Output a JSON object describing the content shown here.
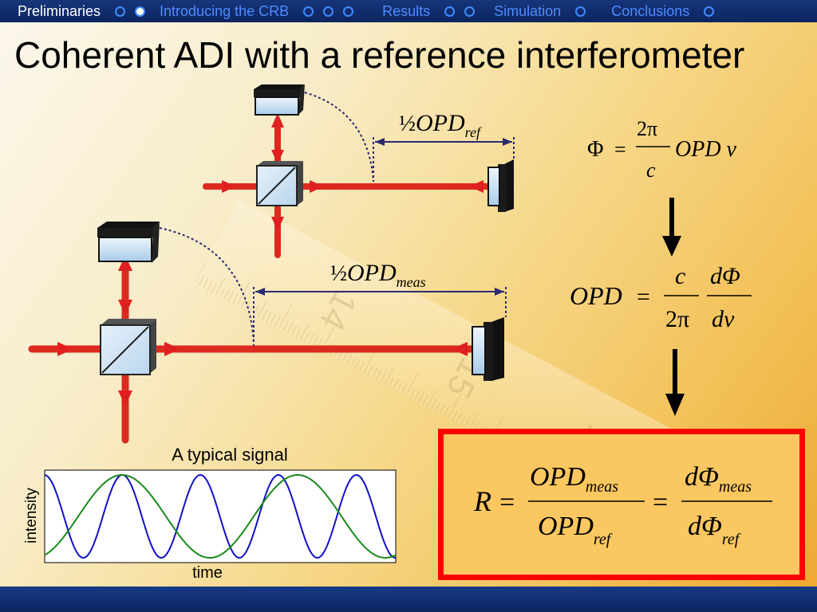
{
  "nav": {
    "items": [
      {
        "label": "Preliminaries",
        "active": true,
        "dots": 2,
        "filled_dot": 1
      },
      {
        "label": "Introducing the CRB",
        "active": false,
        "dots": 3,
        "filled_dot": -1
      },
      {
        "label": "Results",
        "active": false,
        "dots": 2,
        "filled_dot": -1
      },
      {
        "label": "Simulation",
        "active": false,
        "dots": 1,
        "filled_dot": -1
      },
      {
        "label": "Conclusions",
        "active": false,
        "dots": 1,
        "filled_dot": -1
      }
    ],
    "colors": {
      "active": "#ffffff",
      "inactive": "#4d8cff",
      "bar": "#16357a"
    }
  },
  "slide": {
    "title": "Coherent ADI with a reference interferometer"
  },
  "diagram": {
    "ref_label": {
      "frac": "½",
      "main": "OPD",
      "sub": "ref"
    },
    "meas_label": {
      "frac": "½",
      "main": "OPD",
      "sub": "meas"
    },
    "beam_color": "#dd2a1f",
    "arrow_color": "#e02020"
  },
  "equations": {
    "eq1": {
      "lhs": "Φ",
      "eq": "=",
      "num": "2π",
      "den": "c",
      "rhs": "OPD ν"
    },
    "eq2": {
      "lhs": "OPD",
      "eq": "=",
      "num1": "c",
      "den1": "2π",
      "num2": "dΦ",
      "den2": "dν"
    },
    "eq3": {
      "lhs": "R",
      "eq": "=",
      "num1": "OPD",
      "num1_sub": "meas",
      "den1": "OPD",
      "den1_sub": "ref",
      "eq2": "=",
      "num2": "dΦ",
      "num2_sub": "meas",
      "den2": "dΦ",
      "den2_sub": "ref"
    },
    "box_border": "#ff0000",
    "box_fill": "#fbc760"
  },
  "signal": {
    "title": "A typical signal",
    "xlabel": "time",
    "ylabel": "intensity",
    "series": [
      {
        "color": "#1010c8",
        "cycles": 4.5,
        "phase": 1.6
      },
      {
        "color": "#1a8a1a",
        "cycles": 2.0,
        "phase": -1.2
      }
    ]
  },
  "ruler": {
    "numbers": [
      "14",
      "15",
      "16"
    ]
  }
}
